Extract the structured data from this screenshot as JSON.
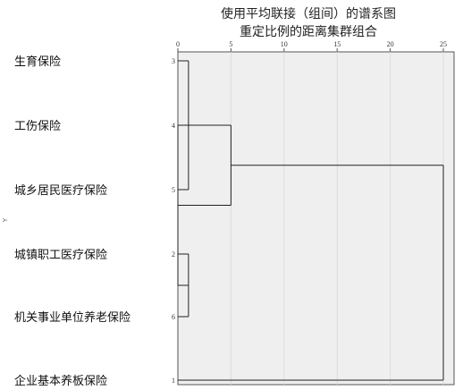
{
  "chart_data": {
    "type": "dendrogram",
    "title": "使用平均联接（组间）的谱系图",
    "subtitle": "重定比例的距离集群组合",
    "ylabel": "Y",
    "x_ticks": [
      "0",
      "5",
      "10",
      "15",
      "20",
      "25"
    ],
    "xlim": [
      0,
      25
    ],
    "leaves": [
      {
        "id": "3",
        "label": "生育保险"
      },
      {
        "id": "4",
        "label": "工伤保险"
      },
      {
        "id": "5",
        "label": "城乡居民医疗保险"
      },
      {
        "id": "2",
        "label": "城镇职工医疗保险"
      },
      {
        "id": "6",
        "label": "机关事业单位养老保险"
      },
      {
        "id": "1",
        "label": "企业基本养板保险"
      }
    ],
    "merges": [
      {
        "a": "L3",
        "b": "L5",
        "height": 1
      },
      {
        "a": "L2",
        "b": "L6",
        "height": 1
      },
      {
        "a": "C1",
        "b": "C2",
        "height": 0
      },
      {
        "a": "L4",
        "b": "C3",
        "height": 5
      },
      {
        "a": "C4",
        "b": "L1",
        "height": 25
      }
    ],
    "grid": true
  }
}
